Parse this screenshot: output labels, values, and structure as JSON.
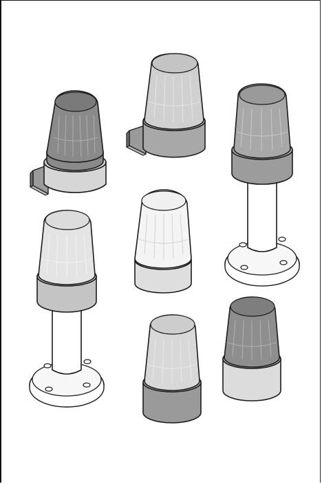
{
  "figure": {
    "description_hidden": "",
    "items": [
      {
        "id": "wall-dark-dome",
        "kind": "wall-bracket",
        "dome_color": "#8a8a8a",
        "base_color": "#d6d6d6"
      },
      {
        "id": "wall-light-dome",
        "kind": "wall-bracket",
        "dome_color": "#d0d0d0",
        "base_color": "#a8a8a8"
      },
      {
        "id": "pole-mid-dome-right",
        "kind": "pole-mount",
        "dome_color": "#a8a8a8",
        "base_color": "#9c9c9c"
      },
      {
        "id": "flat-white-dome",
        "kind": "flat-mount",
        "dome_color": "#f4f4f4",
        "base_color": "#dedede"
      },
      {
        "id": "pole-light-dome-left",
        "kind": "pole-mount",
        "dome_color": "#e4e4e4",
        "base_color": "#c4c4c4"
      },
      {
        "id": "flat-light-dome-gray-base",
        "kind": "flat-mount",
        "dome_color": "#d8d8d8",
        "base_color": "#9a9a9a"
      },
      {
        "id": "flat-dark-dome",
        "kind": "flat-mount",
        "dome_color": "#8e8e8e",
        "base_color": "#dcdcdc"
      }
    ]
  }
}
